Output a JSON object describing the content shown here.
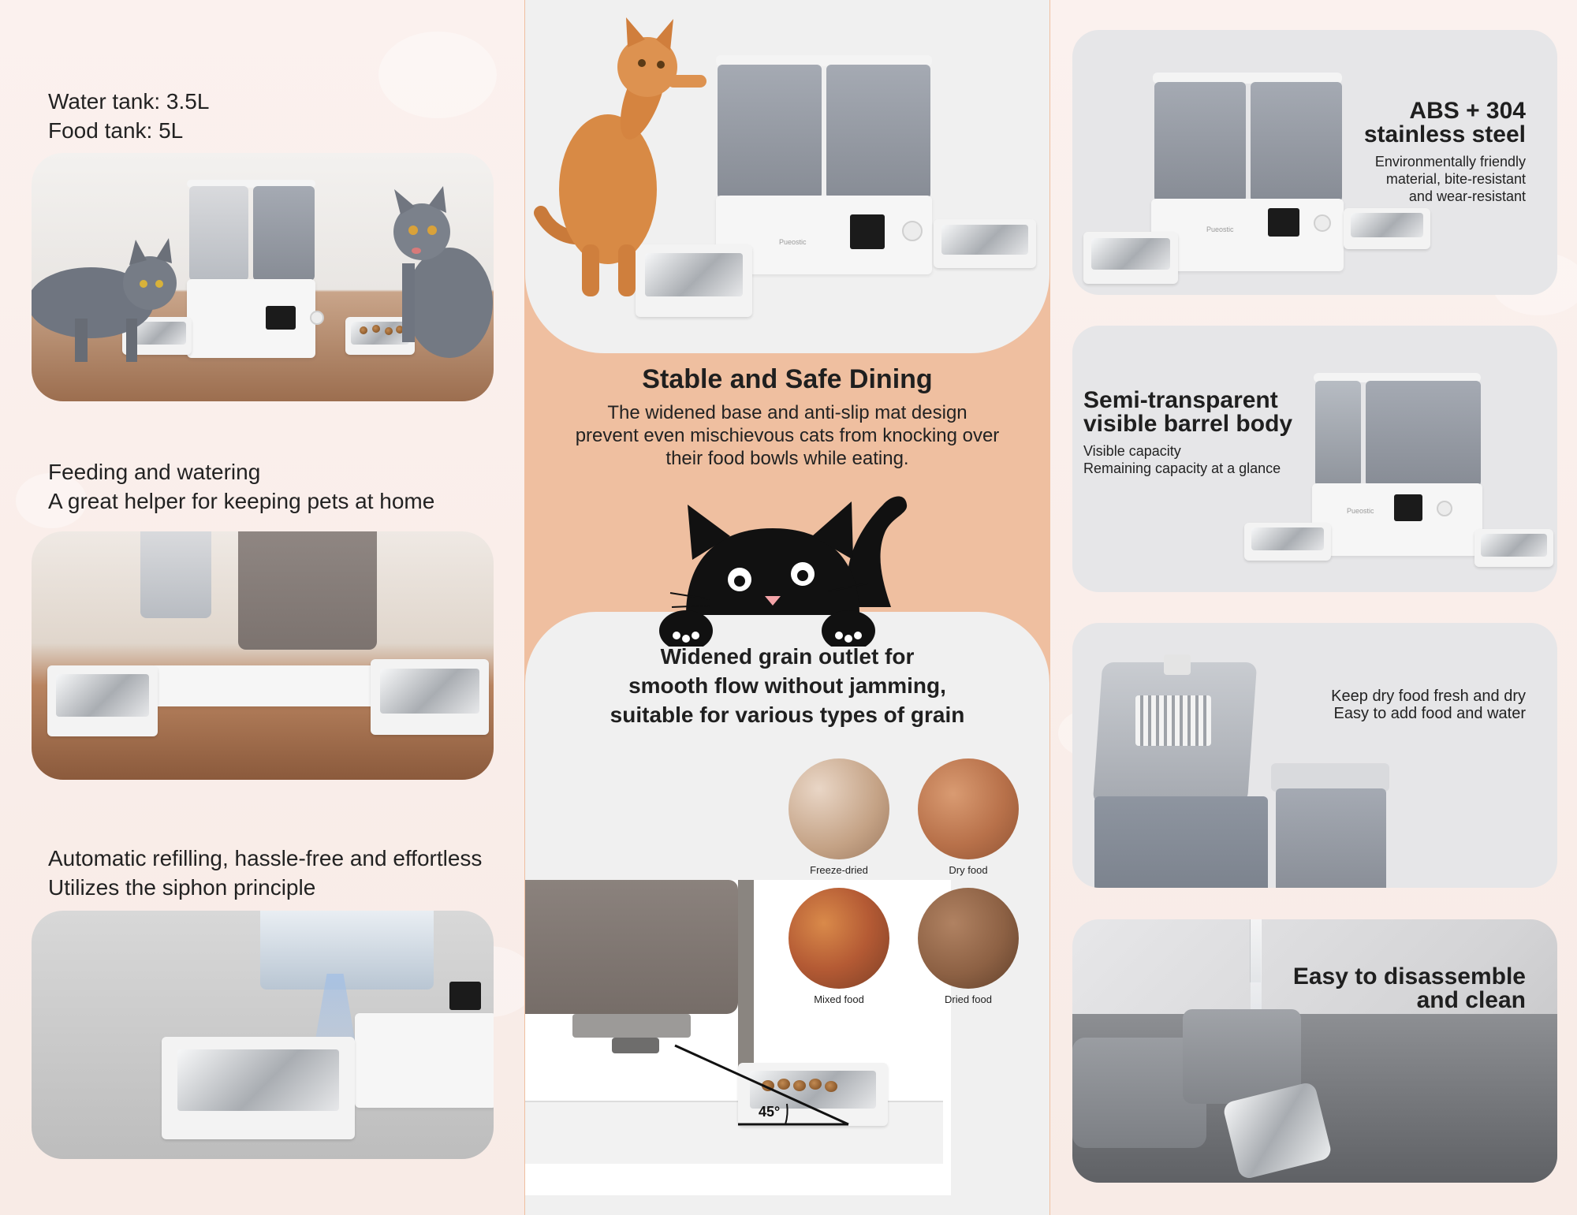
{
  "left_column": {
    "section1": {
      "line1": "Water tank: 3.5L",
      "line2": "Food tank: 5L"
    },
    "section2": {
      "line1": "Feeding and watering",
      "line2": "A great helper for keeping pets at home"
    },
    "section3": {
      "line1": "Automatic refilling, hassle-free and effortless",
      "line2": "Utilizes the siphon principle"
    }
  },
  "middle_column": {
    "title": "Stable and Safe Dining",
    "body": {
      "line1": "The widened base and anti-slip mat design",
      "line2": "prevent even mischievous cats from knocking over",
      "line3": "their food bowls while eating."
    },
    "grain_title": {
      "line1": "Widened grain outlet for",
      "line2": "smooth flow without jamming,",
      "line3": "suitable for various types of grain"
    },
    "food_types": [
      "Freeze-dried",
      "Dry food",
      "Mixed food",
      "Dried food"
    ],
    "angle_label": "45°"
  },
  "right_column": {
    "card1": {
      "title_line1": "ABS + 304",
      "title_line2": "stainless steel",
      "sub_line1": "Environmentally friendly",
      "sub_line2": "material, bite-resistant",
      "sub_line3": "and wear-resistant"
    },
    "card2": {
      "title_line1": "Semi-transparent",
      "title_line2": "visible barrel body",
      "sub_line1": "Visible capacity",
      "sub_line2": "Remaining capacity at a glance"
    },
    "card3": {
      "sub_line1": "Keep dry food fresh and dry",
      "sub_line2": "Easy to add food and water"
    },
    "card4": {
      "title_line1": "Easy to disassemble",
      "title_line2": "and clean"
    }
  },
  "brand_mark": "Pueostic",
  "colors": {
    "peach_band": "#efbfa0",
    "card_grey": "#e6e6e8",
    "tank_grey": "#969ba3",
    "text_dark": "#1f1f1f"
  }
}
